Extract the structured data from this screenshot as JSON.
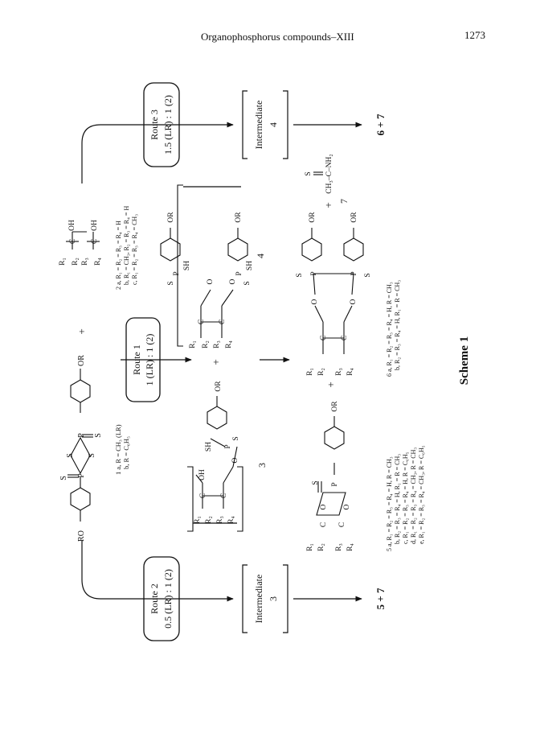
{
  "header": {
    "running_title": "Organophosphorus compounds–XIII",
    "page_number": "1273"
  },
  "scheme_title": "Scheme 1",
  "routes": {
    "route1": {
      "name": "Route 1",
      "ratio": "1 (LR) : 1 (2)"
    },
    "route2": {
      "name": "Route 2",
      "ratio": "0.5 (LR) : 1 (2)"
    },
    "route3": {
      "name": "Route 3",
      "ratio": "1.5 (LR) : 1 (2)"
    }
  },
  "intermediates": {
    "left": {
      "word": "Intermediate",
      "number": "3"
    },
    "right": {
      "word": "Intermediate",
      "number": "4"
    }
  },
  "products": {
    "left": "5 + 7",
    "right": "6 + 7"
  },
  "plus": "+",
  "compound_numbers": {
    "c3": "3",
    "c4": "4",
    "c7": "7"
  },
  "lr_legend": [
    "1 a, R = CH₃ (LR)",
    "b, R = C₆H₅"
  ],
  "diol_legend": [
    "2 a, R₁ = R₂ = R₃ = R₄ = H",
    "b, R₁ = CH₃, R₂ = R₃ = R₄ = H",
    "c, R₁ = R₂ = R₃ = R₄ = CH₃"
  ],
  "compound5_legend": [
    "5 a, R₁ = R₂ = R₃ = R₄ = H, R = CH₃",
    "b, R₂ = R₃ = R₄ = H, R₁ = R = CH₃",
    "c, R₁ = R₂ = R₃ = R₄ = H, R = C₆H₅",
    "d, R₁ = R₂ = R₃ = R₄ = CH₃, R = CH₃",
    "e, R₁ = R₂ = R₃ = R₄ = CH₃, R = C₆H₅"
  ],
  "compound6_legend": [
    "6 a, R₁ = R₂ = R₃ = R₄ = H, R = CH₃",
    "b, R₂ = R₃ = R₄ = H, R₁ = R = CH₃"
  ],
  "compound7_formula": "CH₃–C–NH₂",
  "labels": {
    "RO": "RO",
    "OR": "OR",
    "OH": "OH",
    "SH": "SH",
    "S": "S",
    "P": "P",
    "O": "O",
    "C": "C",
    "R": "R",
    "R1": "R₁",
    "R2": "R₂",
    "R3": "R₃",
    "R4": "R₄"
  }
}
